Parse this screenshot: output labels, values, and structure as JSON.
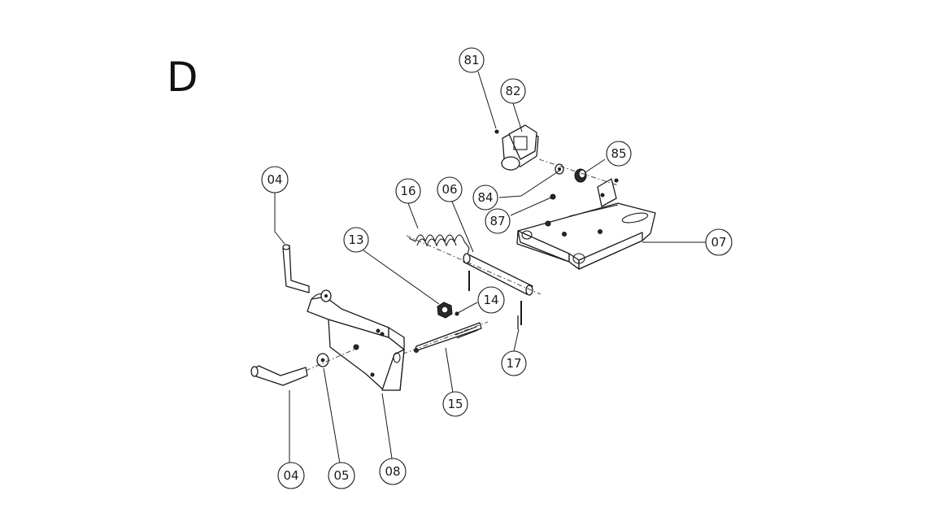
{
  "section_letter": "D",
  "callouts": [
    {
      "id": "c81",
      "label": "81"
    },
    {
      "id": "c82",
      "label": "82"
    },
    {
      "id": "c85",
      "label": "85"
    },
    {
      "id": "c84",
      "label": "84"
    },
    {
      "id": "c87",
      "label": "87"
    },
    {
      "id": "c07",
      "label": "07"
    },
    {
      "id": "c04a",
      "label": "04"
    },
    {
      "id": "c16",
      "label": "16"
    },
    {
      "id": "c06",
      "label": "06"
    },
    {
      "id": "c13",
      "label": "13"
    },
    {
      "id": "c14",
      "label": "14"
    },
    {
      "id": "c17",
      "label": "17"
    },
    {
      "id": "c15",
      "label": "15"
    },
    {
      "id": "c04b",
      "label": "04"
    },
    {
      "id": "c05",
      "label": "05"
    },
    {
      "id": "c08",
      "label": "08"
    }
  ]
}
